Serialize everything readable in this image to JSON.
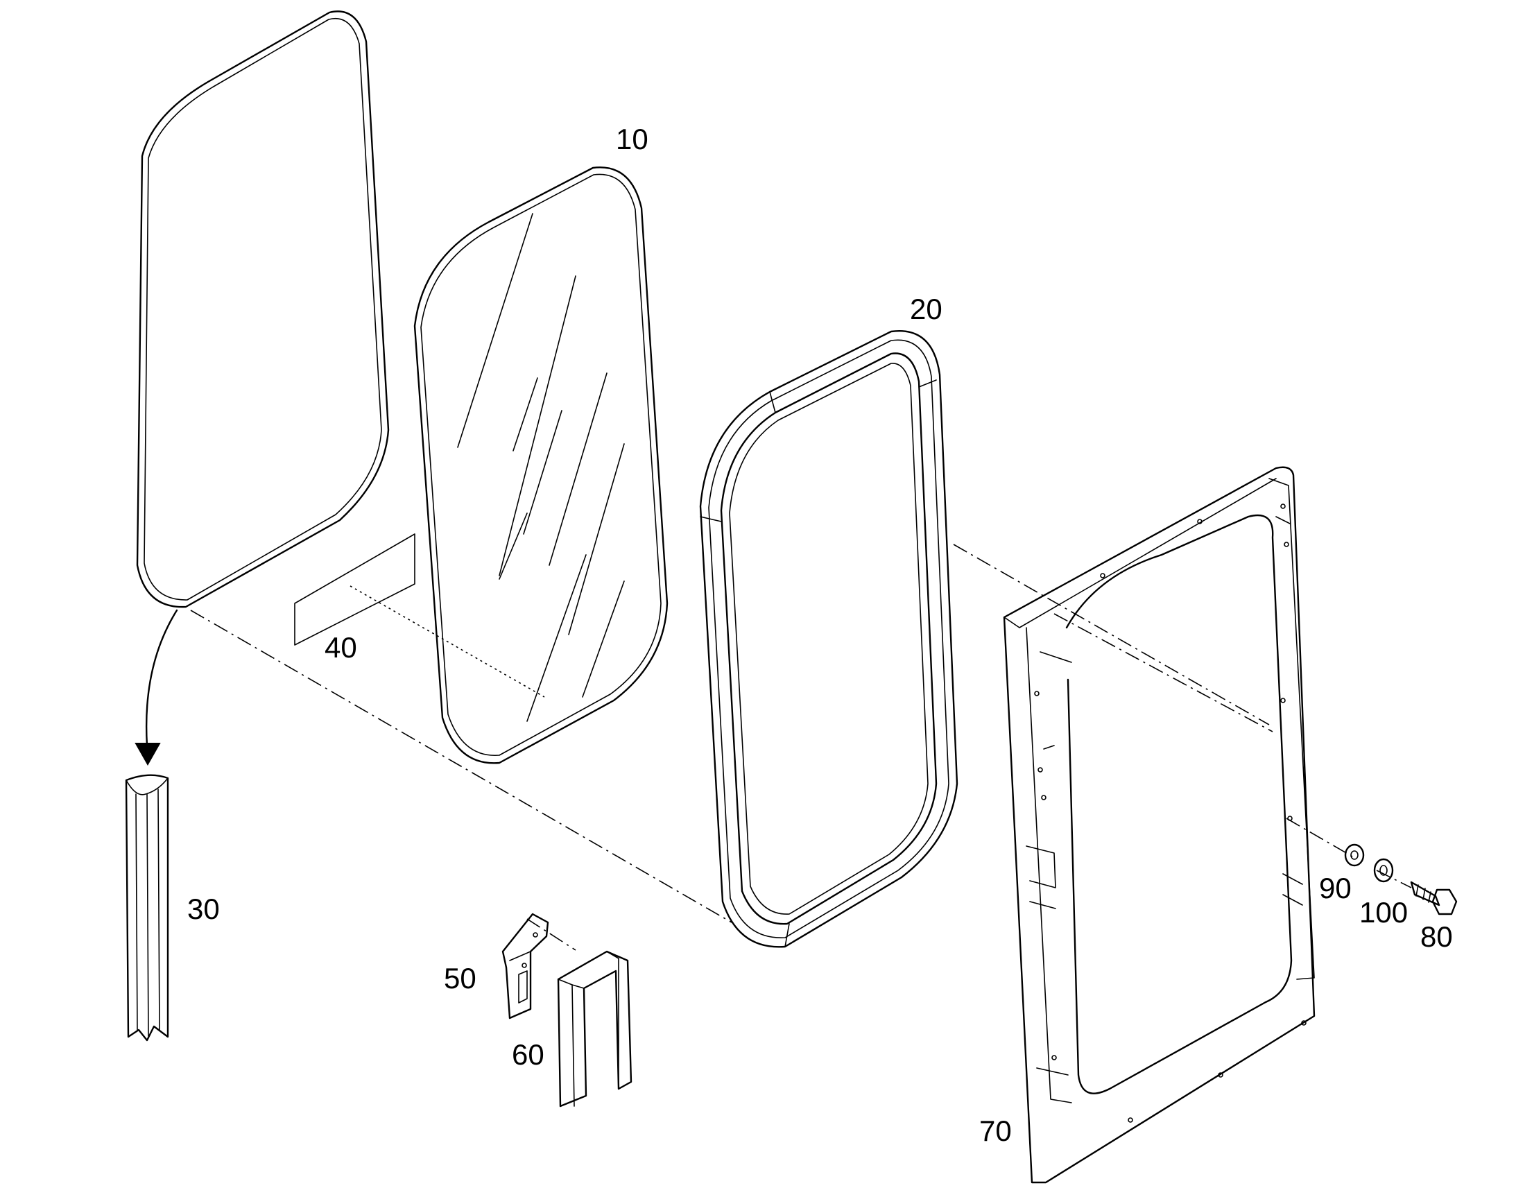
{
  "callouts": {
    "c10": "10",
    "c20": "20",
    "c30": "30",
    "c40": "40",
    "c50": "50",
    "c60": "60",
    "c70": "70",
    "c80": "80",
    "c90": "90",
    "c100": "100"
  },
  "colors": {
    "line": "#000000",
    "background": "#ffffff"
  }
}
